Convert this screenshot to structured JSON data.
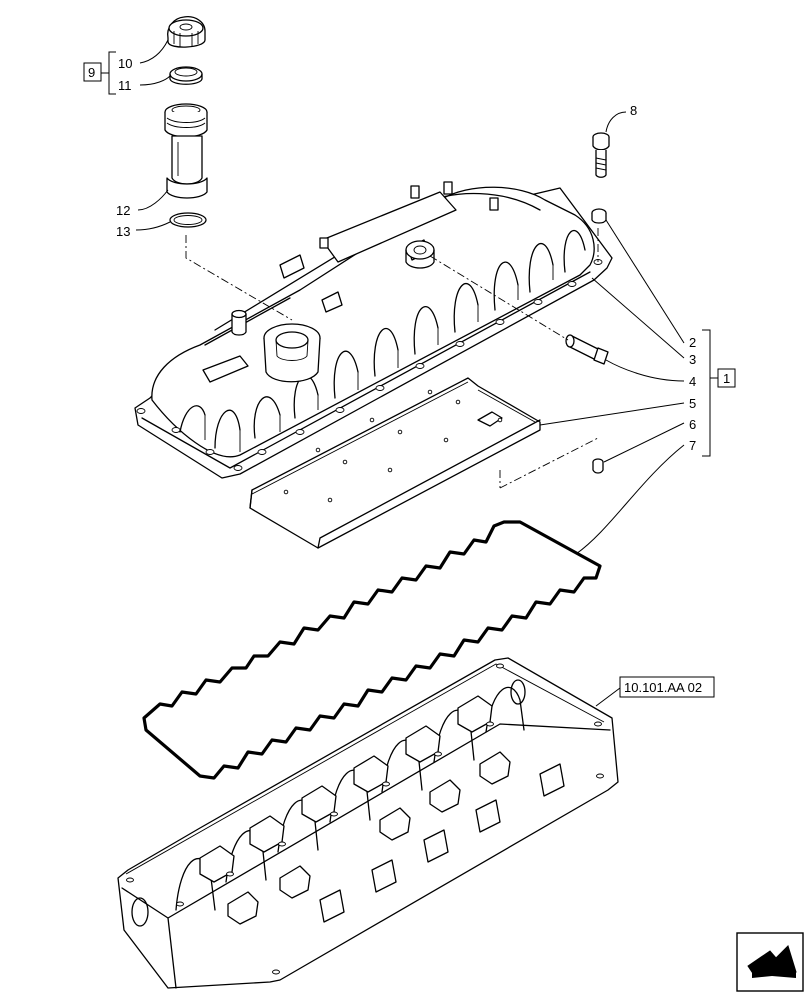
{
  "callouts": {
    "c2": "2",
    "c3": "3",
    "c4": "4",
    "c5": "5",
    "c6": "6",
    "c7": "7",
    "c8": "8",
    "c10": "10",
    "c11": "11",
    "c12": "12",
    "c13": "13"
  },
  "boxes": {
    "b1": "1",
    "b9": "9"
  },
  "reference": "10.101.AA 02",
  "nav_icon": "next-page-arrow-icon"
}
